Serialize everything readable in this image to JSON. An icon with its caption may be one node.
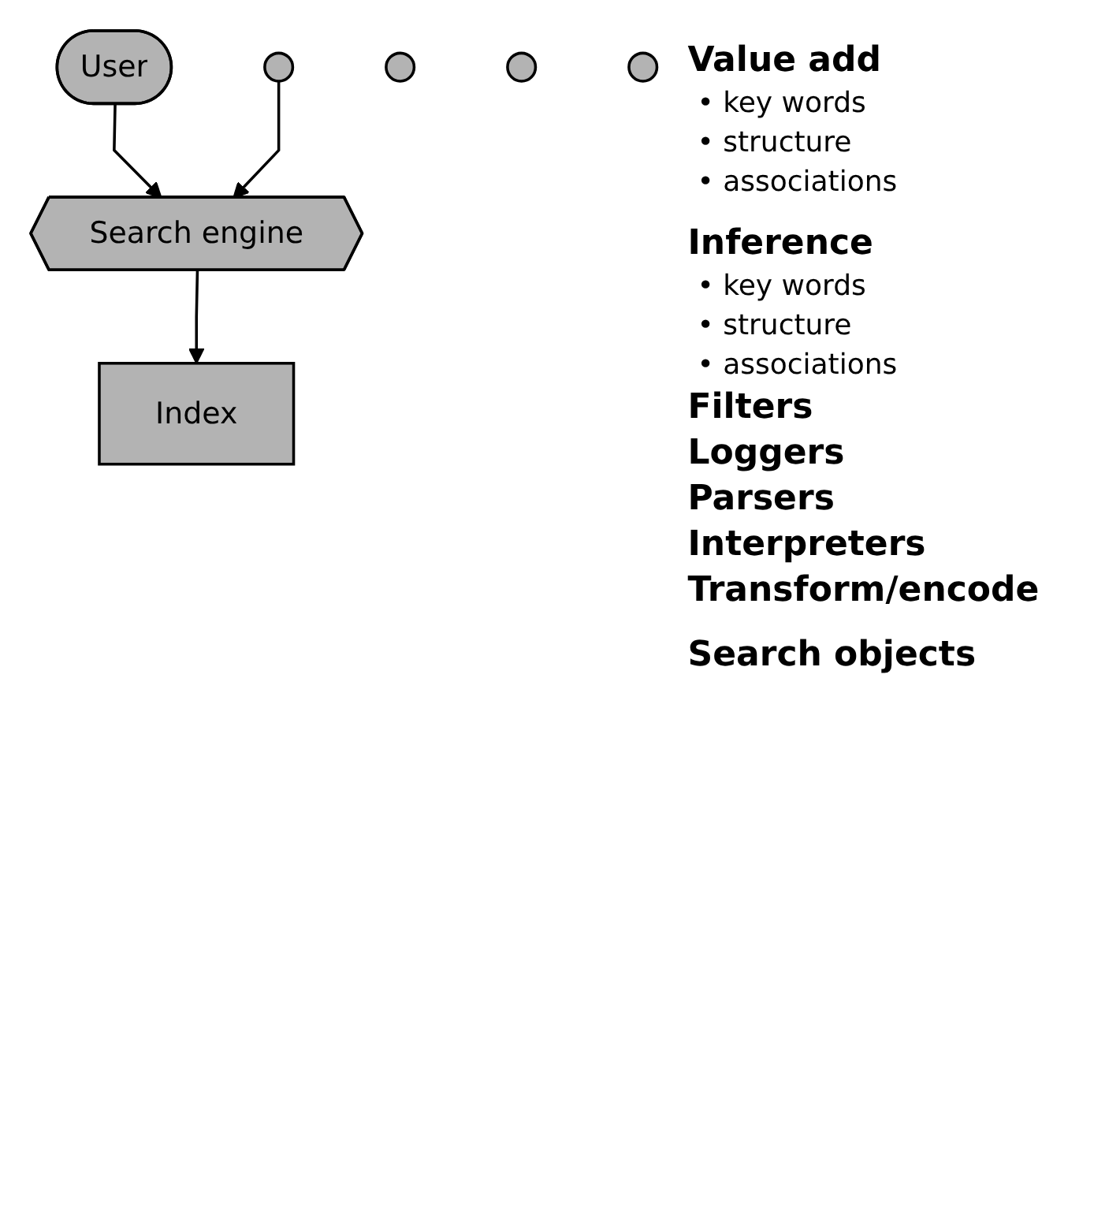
{
  "diagram": {
    "nodes": [
      {
        "text": [
          "User"
        ]
      },
      {
        "text": [
          "Search engine"
        ]
      },
      {
        "text": [
          "Index"
        ]
      },
      {
        "text": [],
        "shape": "circle"
      },
      {
        "text": [],
        "shape": "circle"
      },
      {
        "text": [],
        "shape": "circle"
      },
      {
        "text": [],
        "shape": "circle"
      }
    ],
    "edges": [
      {
        "from": 0,
        "to": 1,
        "arrow": "to"
      },
      {
        "from": 3,
        "to": 1,
        "arrow": "to"
      },
      {
        "from": 1,
        "to": 2,
        "arrow": "to"
      }
    ],
    "labels": [
      "Value add",
      "• key words",
      "• structure",
      "• associations",
      "Inference",
      "• key words",
      "• structure",
      "• associations",
      "Filters",
      "Loggers",
      "Parsers",
      "Interpreters",
      "Transform/encode",
      "Search objects"
    ]
  }
}
